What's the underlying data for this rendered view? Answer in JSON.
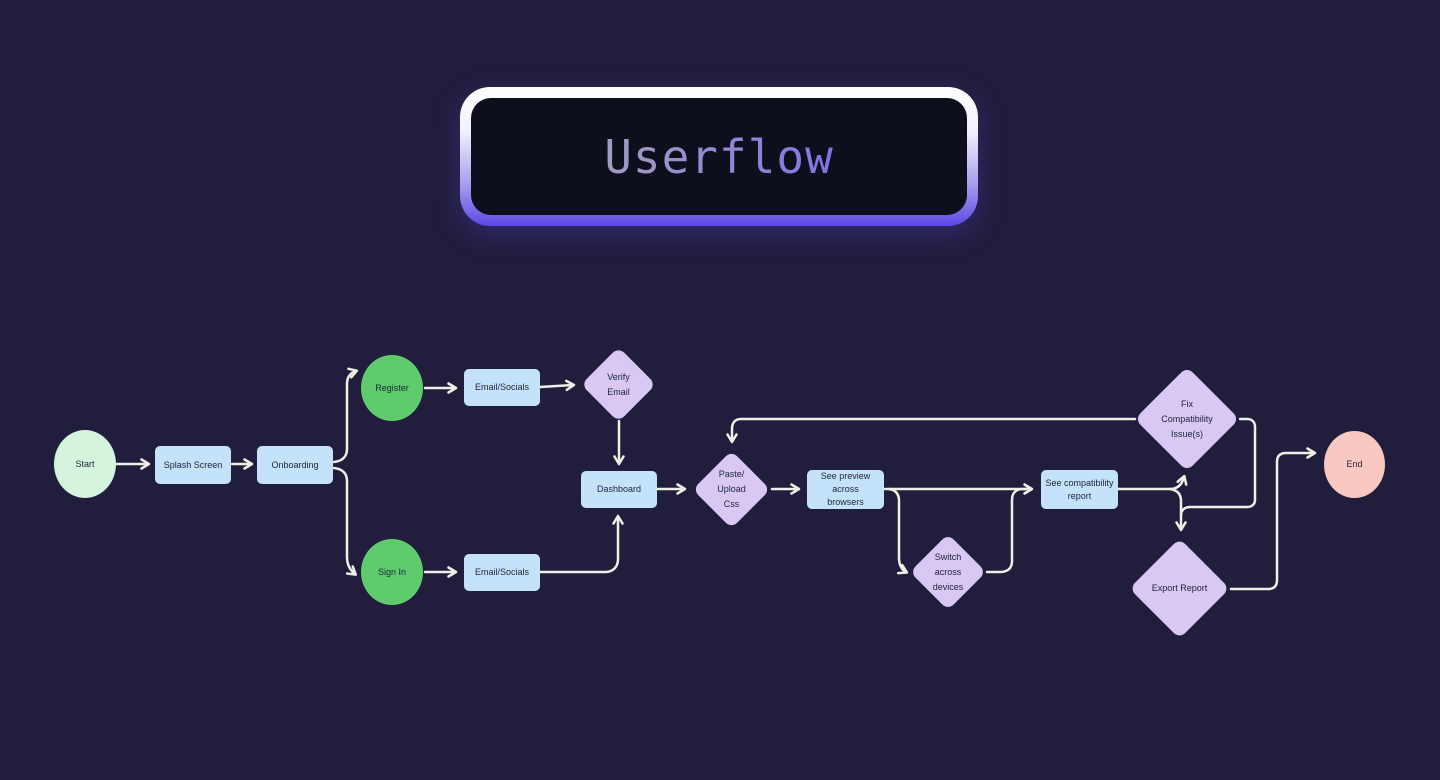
{
  "title": {
    "text": "Userflow"
  },
  "colors": {
    "background": "#211d3c",
    "connector": "#f1eee6",
    "node_text": "#20263f",
    "start_fill": "#d4f4dd",
    "auth_circle_fill": "#5ecb6d",
    "process_box_fill": "#c5e2fb",
    "decision_diamond_fill": "#d9c8f4",
    "end_fill": "#f9c8c0",
    "title_border_top": "#ffffff",
    "title_border_bottom": "#5b49e4",
    "title_background": "#0d101c",
    "title_text_gradient_start": "#a39cc1",
    "title_text_gradient_end": "#8173e6"
  },
  "nodes": {
    "start": {
      "label": "Start"
    },
    "splash_screen": {
      "label": "Splash Screen"
    },
    "onboarding": {
      "label": "Onboarding"
    },
    "register": {
      "label": "Register"
    },
    "sign_in": {
      "label": "Sign In"
    },
    "email_socials_register": {
      "label": "Email/Socials"
    },
    "email_socials_sign_in": {
      "label": "Email/Socials"
    },
    "verify_email": {
      "lines": [
        "Verify",
        "Email"
      ]
    },
    "dashboard": {
      "label": "Dashboard"
    },
    "paste_upload_css": {
      "lines": [
        "Paste/",
        "Upload",
        "Css"
      ]
    },
    "see_preview": {
      "lines": [
        "See preview across",
        "browsers"
      ]
    },
    "switch_devices": {
      "lines": [
        "Switch",
        "across",
        "devices"
      ]
    },
    "see_compatibility_report": {
      "lines": [
        "See compatibility",
        "report"
      ]
    },
    "fix_compatibility": {
      "lines": [
        "Fix",
        "Compatibility",
        "Issue(s)"
      ]
    },
    "export_report": {
      "label": "Export Report"
    },
    "end": {
      "label": "End"
    }
  },
  "edges": [
    {
      "from": "start",
      "to": "splash_screen"
    },
    {
      "from": "splash_screen",
      "to": "onboarding"
    },
    {
      "from": "onboarding",
      "to": "register"
    },
    {
      "from": "onboarding",
      "to": "sign_in"
    },
    {
      "from": "register",
      "to": "email_socials_register"
    },
    {
      "from": "email_socials_register",
      "to": "verify_email"
    },
    {
      "from": "verify_email",
      "to": "dashboard"
    },
    {
      "from": "sign_in",
      "to": "email_socials_sign_in"
    },
    {
      "from": "email_socials_sign_in",
      "to": "dashboard"
    },
    {
      "from": "dashboard",
      "to": "paste_upload_css"
    },
    {
      "from": "paste_upload_css",
      "to": "see_preview"
    },
    {
      "from": "see_preview",
      "to": "see_compatibility_report"
    },
    {
      "from": "see_preview",
      "to": "switch_devices"
    },
    {
      "from": "switch_devices",
      "to": "see_compatibility_report"
    },
    {
      "from": "see_compatibility_report",
      "to": "fix_compatibility"
    },
    {
      "from": "see_compatibility_report",
      "to": "export_report"
    },
    {
      "from": "fix_compatibility",
      "to": "paste_upload_css"
    },
    {
      "from": "fix_compatibility",
      "to": "export_report"
    },
    {
      "from": "export_report",
      "to": "end"
    }
  ]
}
